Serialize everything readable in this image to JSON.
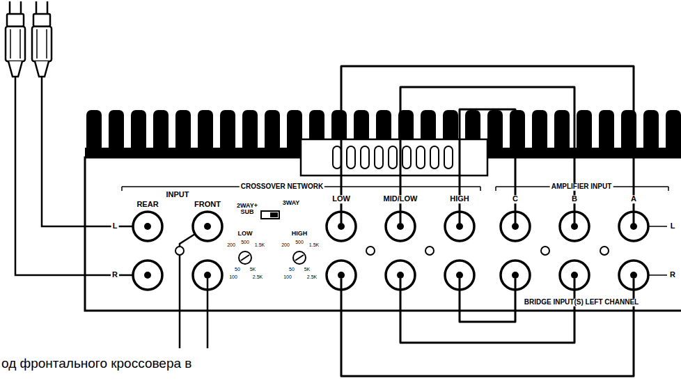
{
  "diagram": {
    "labels": [
      "INPUT",
      "CROSSOVER NETWORK",
      "AMPLIFIER INPUT",
      "REAR",
      "FRONT",
      "L",
      "R",
      "2WAY+ SUB",
      "3WAY",
      "LOW",
      "HIGH",
      "LOW",
      "MID/LOW",
      "HIGH",
      "C",
      "B",
      "A",
      "L",
      "R",
      "BRIDGE INPUT(S) LEFT CHANNEL",
      "200",
      "500",
      "1.5K",
      "50",
      "5K",
      "100",
      "2.5K",
      "200",
      "500",
      "1.5K",
      "50",
      "5K",
      "100",
      "2.5K",
      "од фронтального кроссовера в"
    ]
  }
}
